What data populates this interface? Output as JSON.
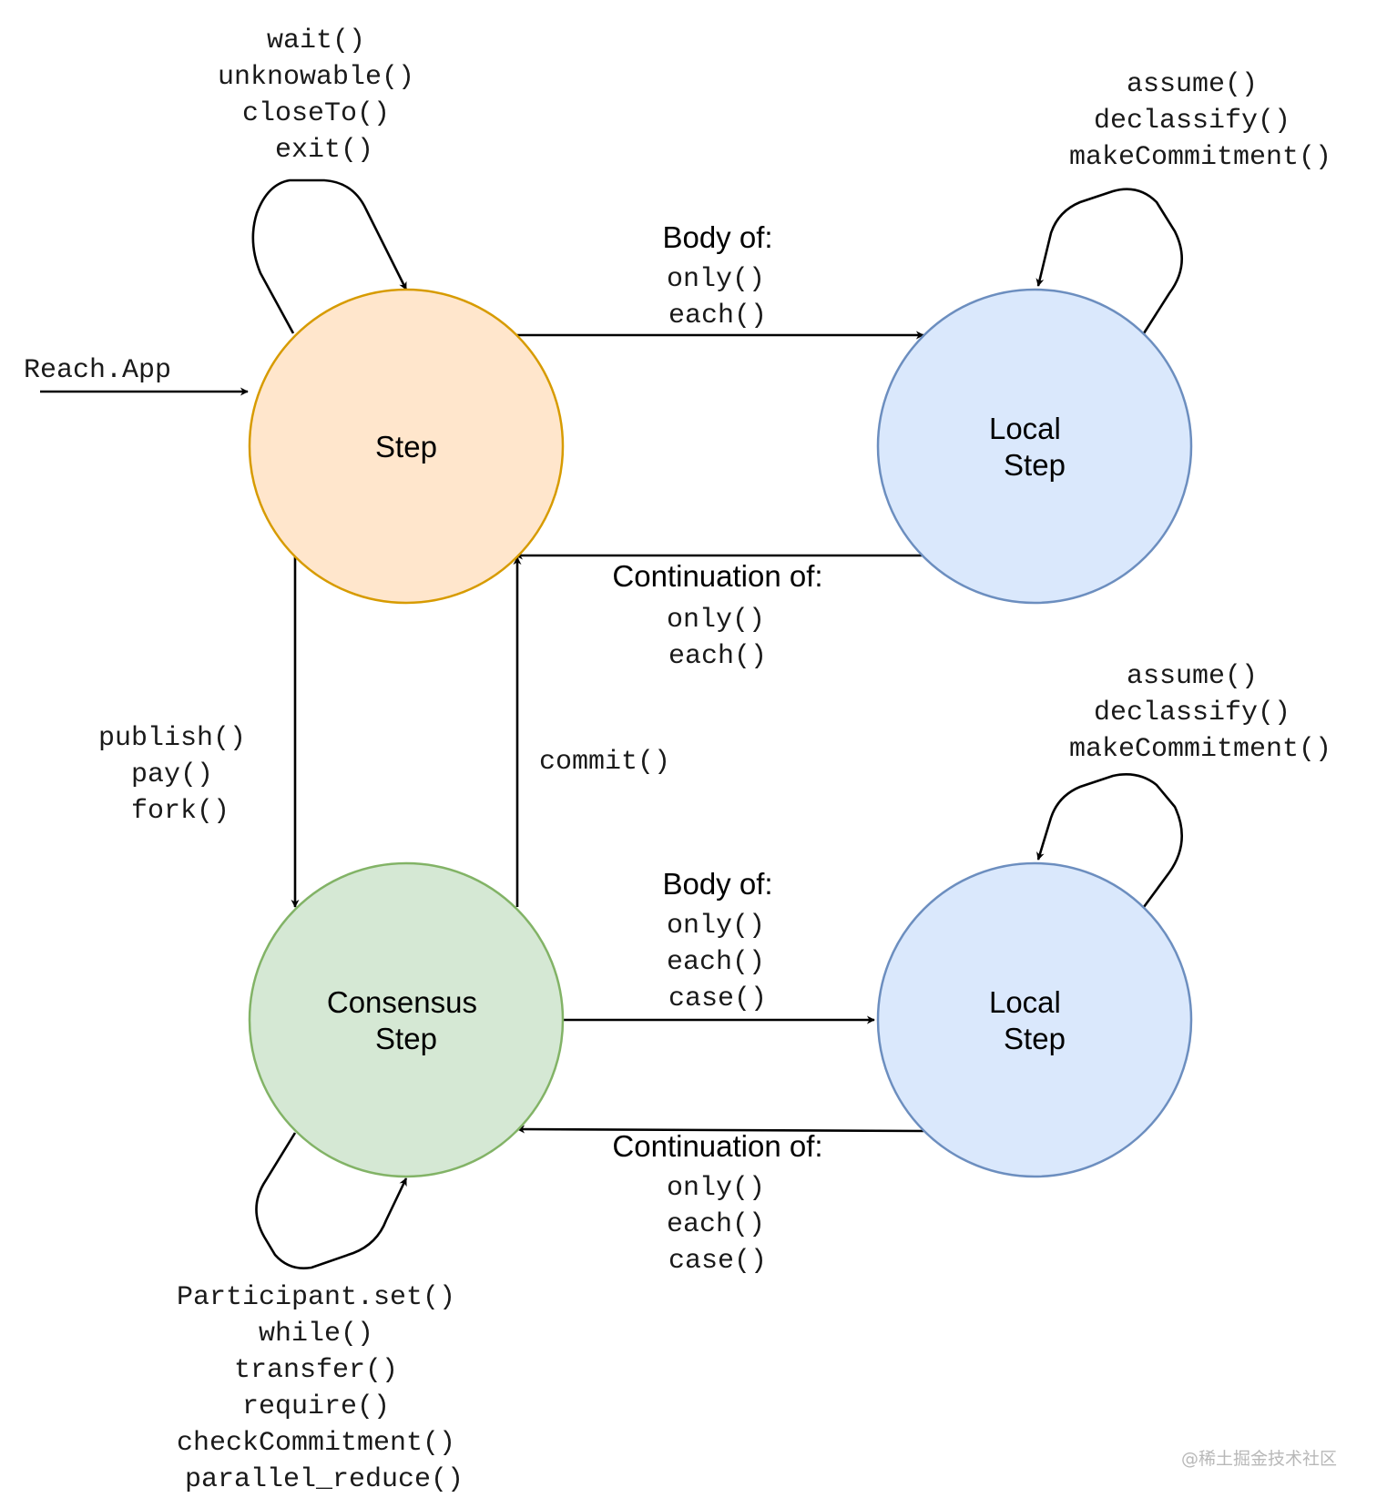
{
  "nodes": {
    "step": {
      "lines": [
        "Step"
      ],
      "fill": "#ffe6cc",
      "stroke": "#d79b00"
    },
    "local_step_top": {
      "lines": [
        "Local",
        "Step"
      ],
      "fill": "#dae8fc",
      "stroke": "#6c8ebf"
    },
    "consensus_step": {
      "lines": [
        "Consensus",
        "Step"
      ],
      "fill": "#d5e8d4",
      "stroke": "#82b366"
    },
    "local_step_bottom": {
      "lines": [
        "Local",
        "Step"
      ],
      "fill": "#dae8fc",
      "stroke": "#6c8ebf"
    }
  },
  "labels": {
    "step_self_loop": [
      "wait()",
      "unknowable()",
      "closeTo()",
      "exit()"
    ],
    "local_top_self_loop": [
      "assume()",
      "declassify()",
      "makeCommitment()"
    ],
    "local_bottom_self_loop": [
      "assume()",
      "declassify()",
      "makeCommitment()"
    ],
    "entry": [
      "Reach.App"
    ],
    "step_to_local_top": {
      "heading": "Body of:",
      "items": [
        "only()",
        "each()"
      ]
    },
    "local_top_to_step": {
      "heading": "Continuation of:",
      "items": [
        "only()",
        "each()"
      ]
    },
    "step_to_consensus": [
      "publish()",
      "pay()",
      "fork()"
    ],
    "consensus_to_step": [
      "commit()"
    ],
    "consensus_to_local_bottom": {
      "heading": "Body of:",
      "items": [
        "only()",
        "each()",
        "case()"
      ]
    },
    "local_bottom_to_consensus": {
      "heading": "Continuation of:",
      "items": [
        "only()",
        "each()",
        "case()"
      ]
    },
    "consensus_self_loop": [
      "Participant.set()",
      "while()",
      "transfer()",
      "require()",
      "checkCommitment()",
      "parallel_reduce()"
    ]
  },
  "watermark": "@稀土掘金技术社区",
  "colors": {
    "edge": "#000000",
    "label_text": "#1a1a1a"
  }
}
